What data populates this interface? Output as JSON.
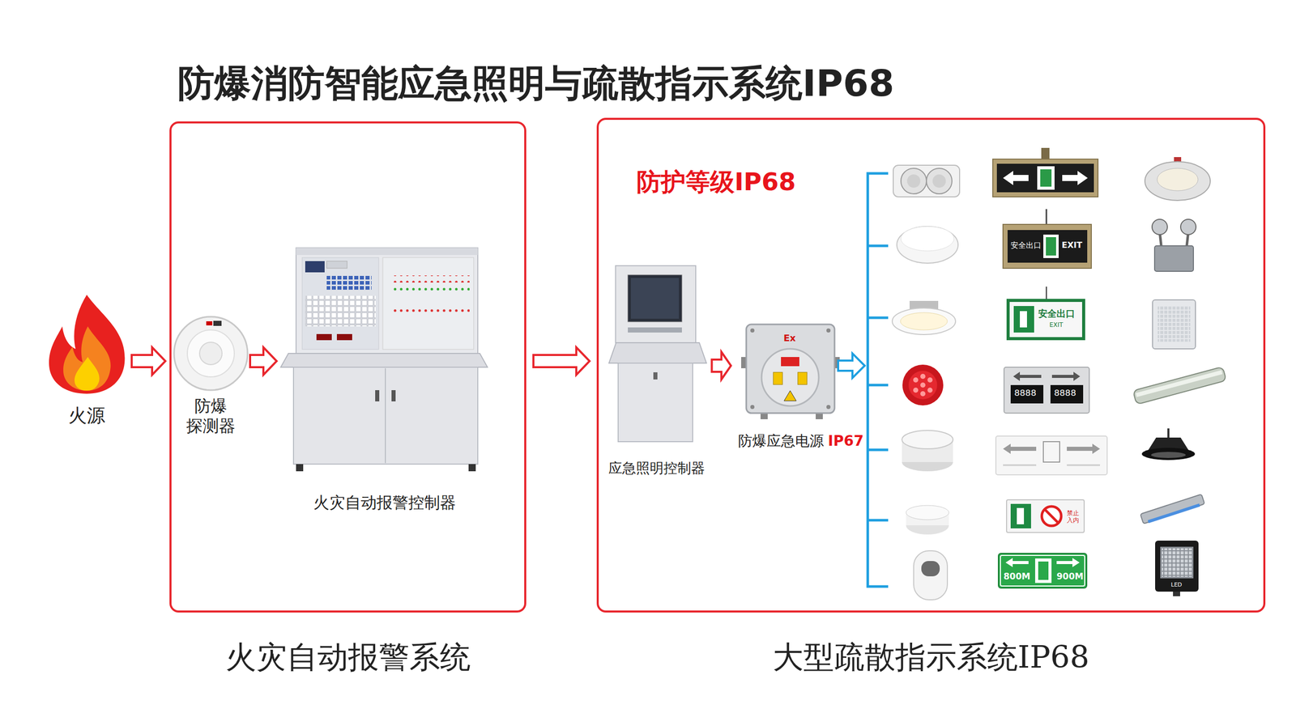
{
  "diagram": {
    "title": "防爆消防智能应急照明与疏散指示系统IP68",
    "nodes": [
      {
        "text": [
          "火源"
        ]
      },
      {
        "text": [
          "火灾自动报警系统"
        ]
      },
      {
        "text": [
          "防爆 探测器"
        ],
        "in": 1
      },
      {
        "text": [
          "火灾自动报警控制器"
        ],
        "in": 1
      },
      {
        "text": [
          "大型疏散指示系统IP68"
        ]
      },
      {
        "text": [
          "应急照明控制器"
        ],
        "in": 4
      },
      {
        "text": [
          "防爆应急电源",
          "IP67"
        ],
        "in": 4
      }
    ],
    "edges": [
      {
        "from": 0,
        "to": 2,
        "arrow": "to"
      },
      {
        "from": 2,
        "to": 3,
        "arrow": "to"
      },
      {
        "from": 1,
        "to": 4,
        "arrow": "to"
      },
      {
        "from": 5,
        "to": 6,
        "arrow": "to"
      }
    ],
    "labels": [
      "防护等级IP68",
      "Ex",
      "安全出口",
      "EXIT",
      "安全出口",
      "EXIT",
      "8888",
      "8888",
      "禁止入内",
      "800M",
      "900M",
      "LED"
    ]
  }
}
